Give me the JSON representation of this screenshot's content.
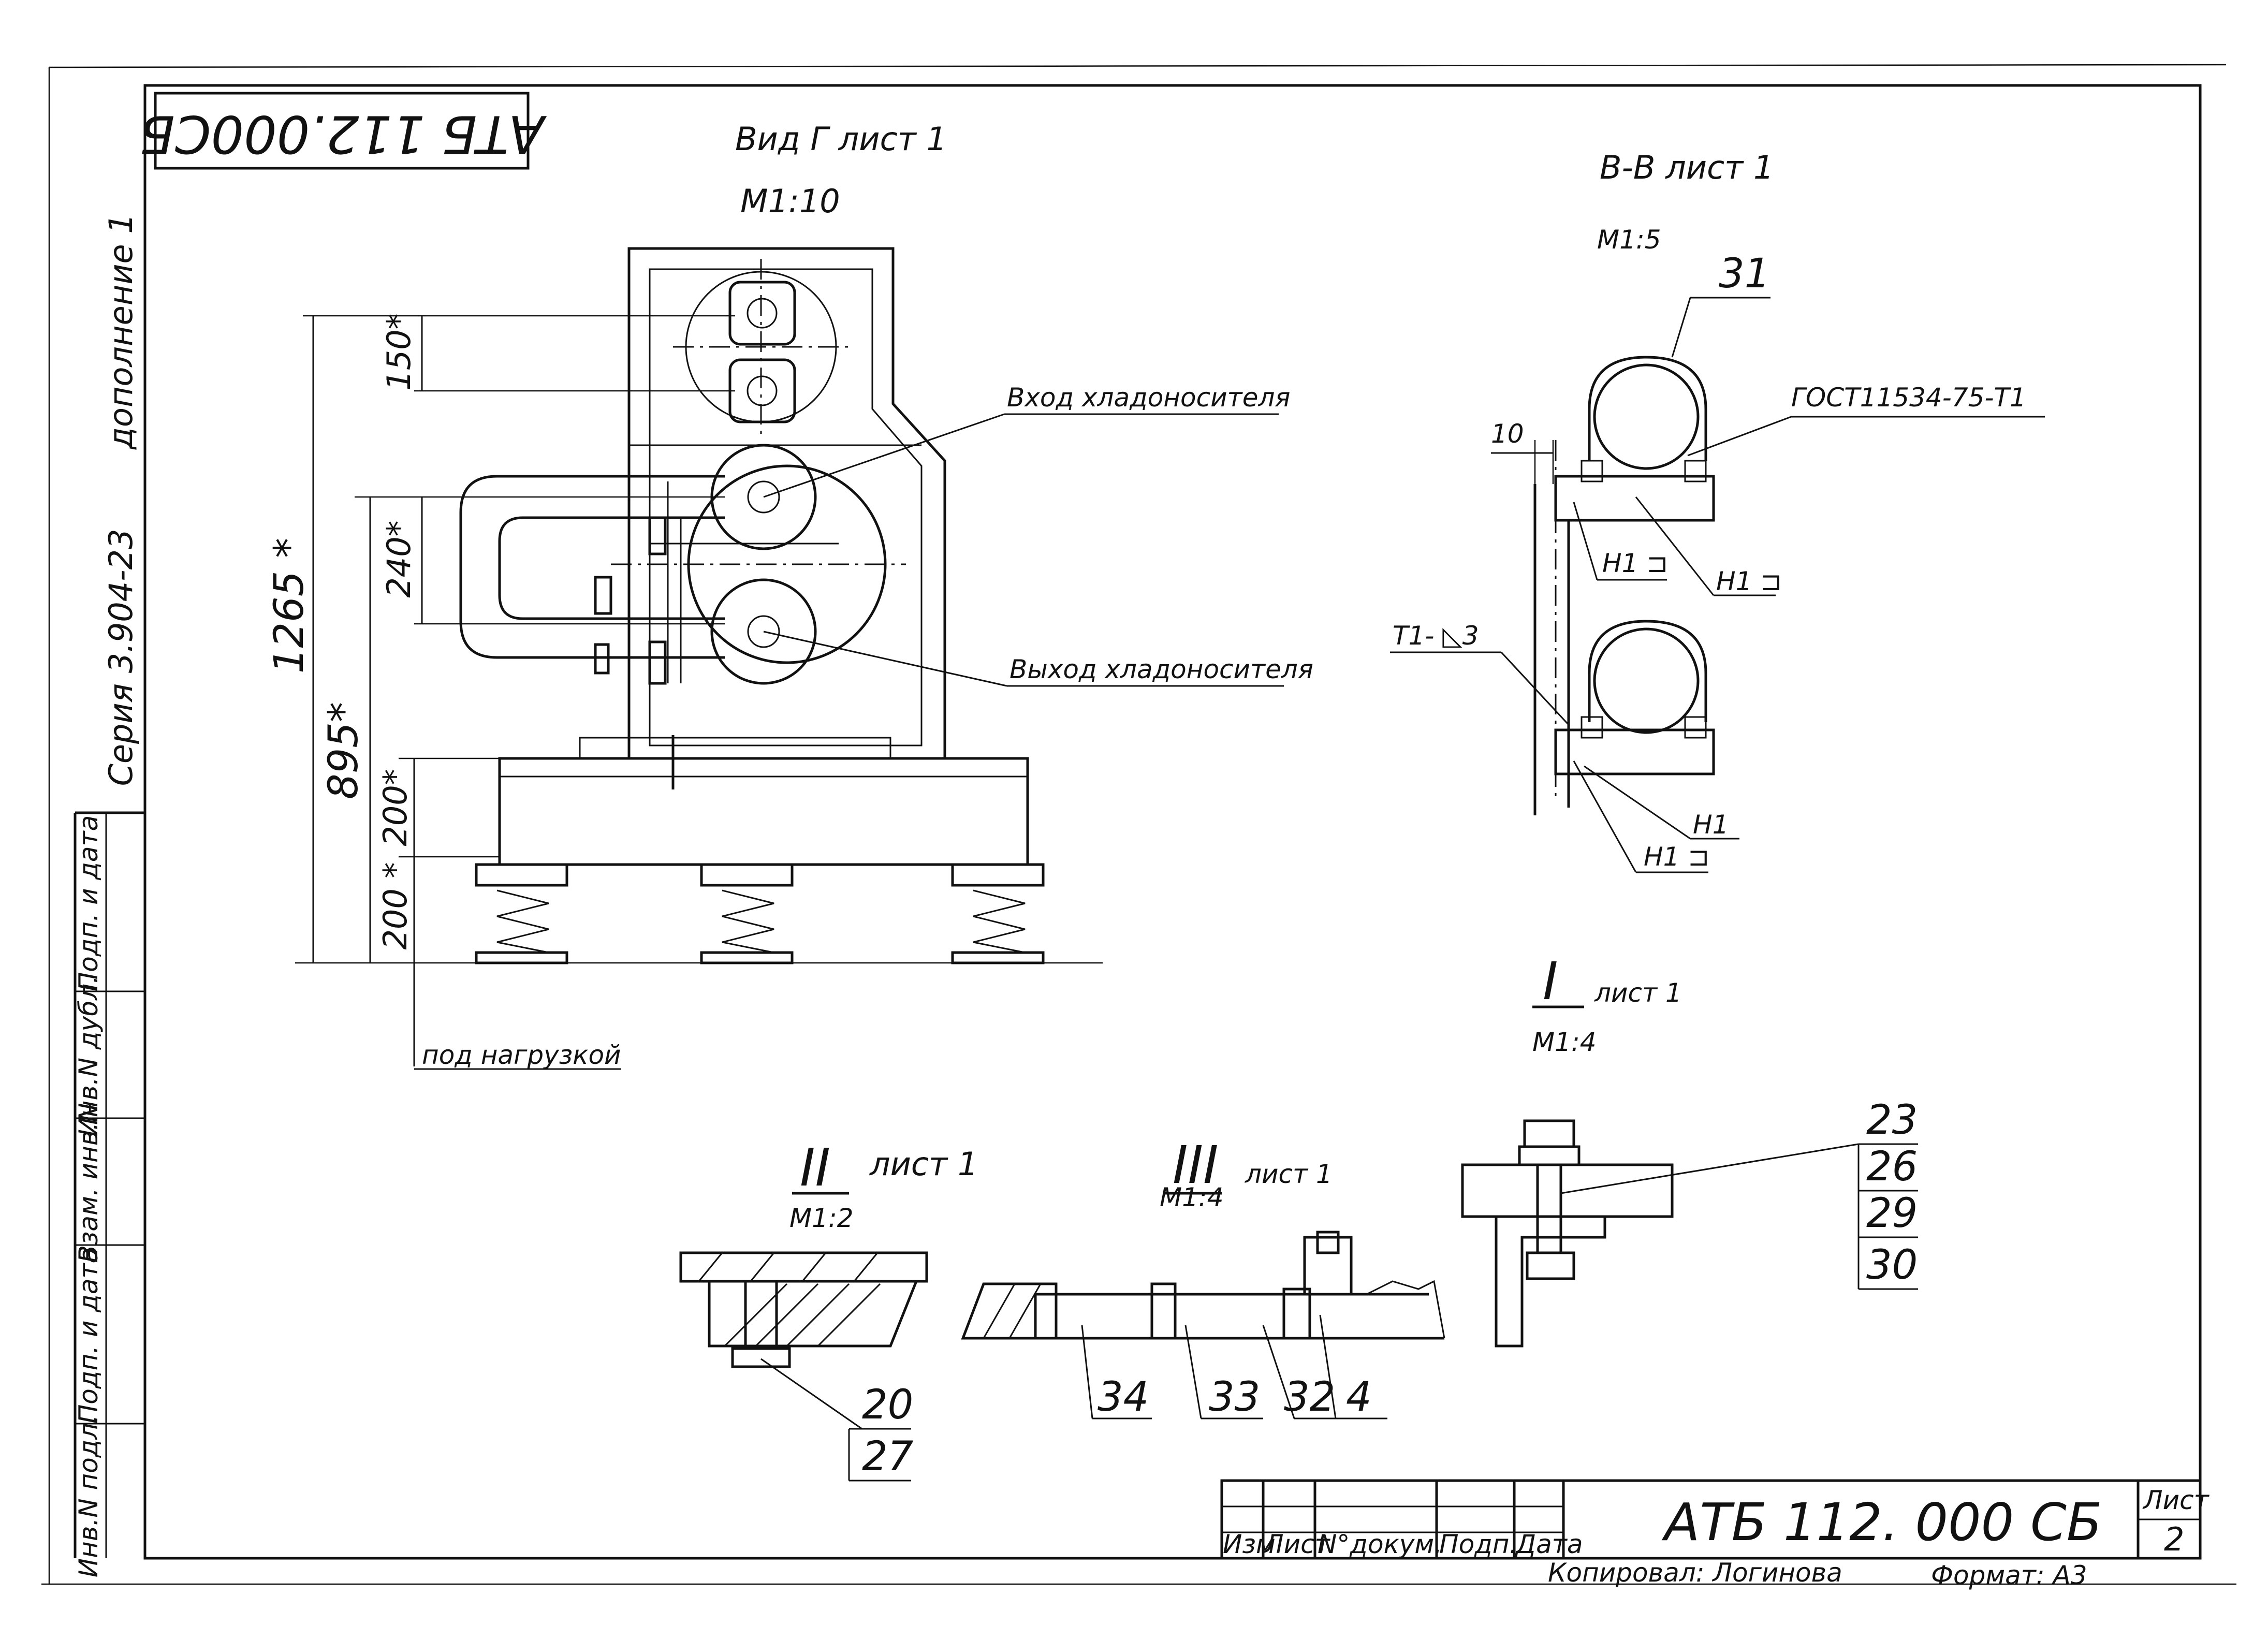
{
  "stamp": "АТБ 112.000СБ",
  "side": {
    "supplement": "дополнение 1",
    "series": "Серия 3.904-23",
    "cols": [
      "Инв.N подл.",
      "Подп. и дата",
      "Взам. инв.N",
      "Инв.N дубл.",
      "Подп. и дата"
    ]
  },
  "view_g": {
    "title": "Вид Г лист 1",
    "scale": "М1:10",
    "inlet": "Вход хладоносителя",
    "outlet": "Выход хладоносителя",
    "under_load": "под нагрузкой",
    "dims": [
      "150*",
      "1265 *",
      "240*",
      "895*",
      "200*",
      "200 *"
    ]
  },
  "section_bb": {
    "title": "В-В лист 1",
    "scale": "М1:5",
    "item": "31",
    "gost": "ГОСТ11534-75-Т1",
    "dim": "10",
    "weld": "Т1- ◺3",
    "h1": [
      "Н1 ⊐",
      "Н1 ⊐",
      "Н1",
      "Н1 ⊐"
    ]
  },
  "detail_1": {
    "roman": "I",
    "sheet": "лист 1",
    "scale": "М1:4",
    "items": [
      "23",
      "26",
      "29",
      "30"
    ]
  },
  "detail_2": {
    "roman": "II",
    "sheet": "лист 1",
    "scale": "М1:2",
    "items": [
      "20",
      "27"
    ]
  },
  "detail_3": {
    "roman": "III",
    "sheet": "лист 1",
    "scale": "М1:4",
    "items": [
      "34",
      "33",
      "32",
      "4"
    ]
  },
  "title_block": {
    "cols": [
      "Изм",
      "Лист",
      "N°докум.",
      "Подп.",
      "Дата"
    ],
    "designation": "АТБ 112. 000 СБ",
    "sheet_label": "Лист",
    "sheet_no": "2"
  },
  "footer": {
    "copied": "Копировал: Логинова",
    "format": "Формат: А3"
  }
}
